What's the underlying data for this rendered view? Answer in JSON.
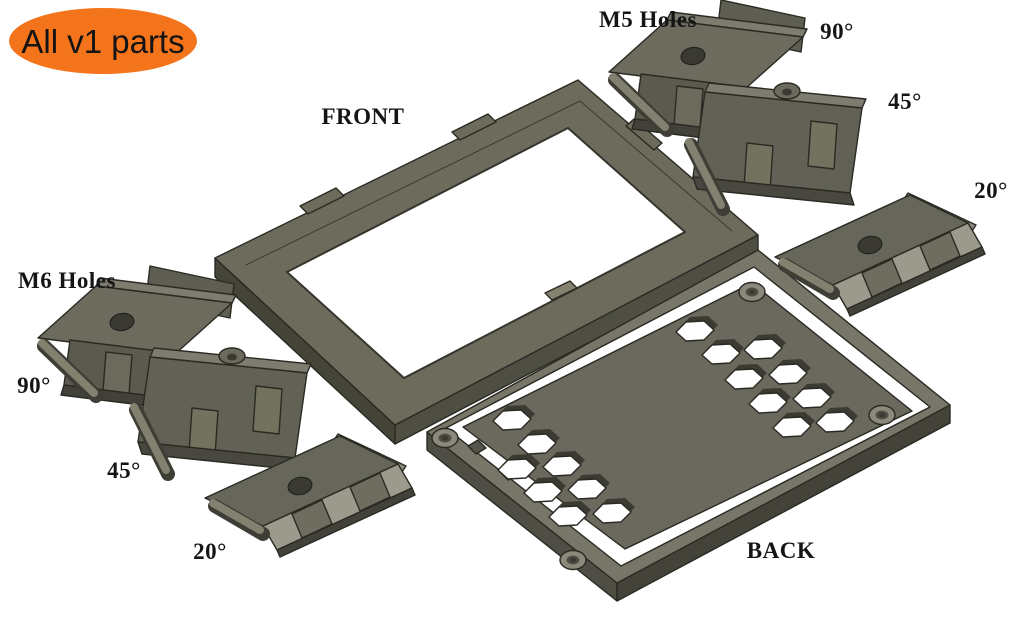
{
  "badge": {
    "label": "All v1 parts",
    "bg_color": "#F4741B",
    "text_color": "#141414"
  },
  "parts": {
    "front_frame": {
      "label": "FRONT"
    },
    "back_tray": {
      "label": "BACK"
    },
    "m5_group": {
      "label": "M5 Holes",
      "angles": [
        "90°",
        "45°",
        "20°"
      ]
    },
    "m6_group": {
      "label": "M6 Holes",
      "angles": [
        "90°",
        "45°",
        "20°"
      ]
    }
  },
  "colors": {
    "background": "#ffffff",
    "accent_orange": "#F4741B",
    "part_top": "#6e6d60",
    "part_light": "#9c9a8c",
    "part_dark": "#5c5b4f",
    "edge_line": "#2a2a23"
  }
}
